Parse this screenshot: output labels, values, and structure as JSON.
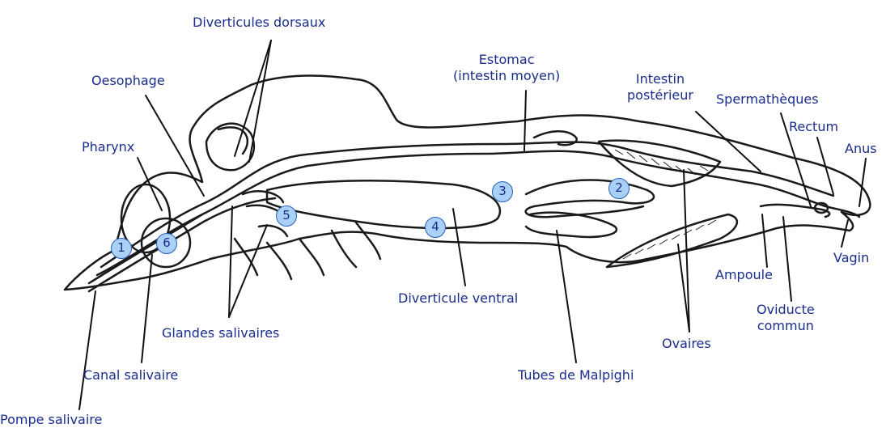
{
  "labels": {
    "diverticules_dorsaux": "Diverticules dorsaux",
    "oesophage": "Oesophage",
    "pharynx": "Pharynx",
    "estomac_line1": "Estomac",
    "estomac_line2": "(intestin moyen)",
    "intestin_line1": "Intestin",
    "intestin_line2": "postérieur",
    "spermatheques": "Spermathèques",
    "rectum": "Rectum",
    "anus": "Anus",
    "vagin": "Vagin",
    "ampoule": "Ampoule",
    "oviducte_line1": "Oviducte",
    "oviducte_line2": "commun",
    "ovaires": "Ovaires",
    "tubes_malpighi": "Tubes de Malpighi",
    "diverticule_ventral": "Diverticule ventral",
    "glandes_salivaires": "Glandes salivaires",
    "canal_salivaire": "Canal salivaire",
    "pompe_salivaire": "Pompe salivaire"
  },
  "markers": [
    "1",
    "2",
    "3",
    "4",
    "5",
    "6"
  ],
  "colors": {
    "label_text": "#1a2d8c",
    "marker_fill": "#a9d1f5",
    "marker_border": "#2b5fb8",
    "outline": "#1a1a1a"
  }
}
